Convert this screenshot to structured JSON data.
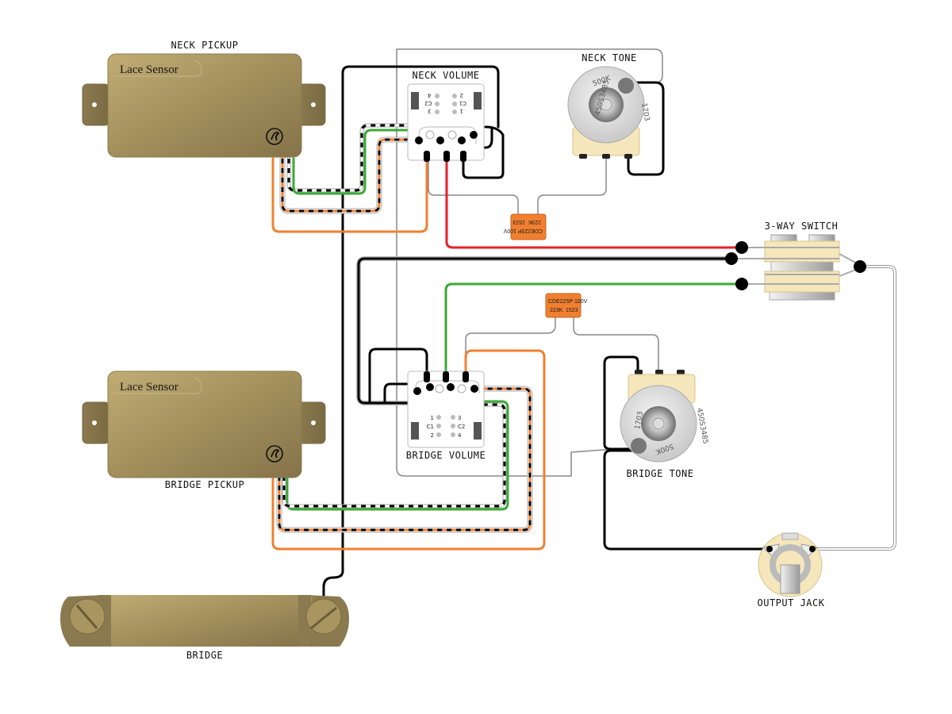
{
  "diagram": {
    "title": "Lace Sensor dual pickup wiring diagram",
    "components": {
      "neck_pickup": {
        "label": "NECK PICKUP",
        "brand": "Lace Sensor"
      },
      "bridge_pickup": {
        "label": "BRIDGE PICKUP",
        "brand": "Lace Sensor"
      },
      "neck_volume": {
        "label": "NECK VOLUME",
        "lugs": [
          "4",
          "C2",
          "3",
          "2",
          "C1",
          "1"
        ]
      },
      "bridge_volume": {
        "label": "BRIDGE VOLUME",
        "lugs": [
          "1",
          "C1",
          "2",
          "3",
          "C2",
          "4"
        ]
      },
      "neck_tone": {
        "label": "NECK TONE",
        "value": "500K",
        "code1": "450S3485",
        "code2": "1703"
      },
      "bridge_tone": {
        "label": "BRIDGE TONE",
        "value": "500K",
        "code1": "450S3485",
        "code2": "1703"
      },
      "neck_cap": {
        "line1": "CDE225P 100V",
        "line2a": "223K",
        "line2b": "1523"
      },
      "bridge_cap": {
        "line1": "CDE225P 100V",
        "line2a": "223K",
        "line2b": "1523"
      },
      "switch": {
        "label": "3-WAY SWITCH"
      },
      "output_jack": {
        "label": "OUTPUT JACK"
      },
      "bridge": {
        "label": "BRIDGE"
      }
    },
    "colors": {
      "hot_wire": "#000000",
      "green_wire": "#3aaa35",
      "orange_wire": "#f08030",
      "red_wire": "#e8202a",
      "ground_wire": "#8c8c8c",
      "pickup_gold": "#a8955f",
      "pot_body": "#f5e7bb",
      "capacitor": "#f08030"
    }
  }
}
